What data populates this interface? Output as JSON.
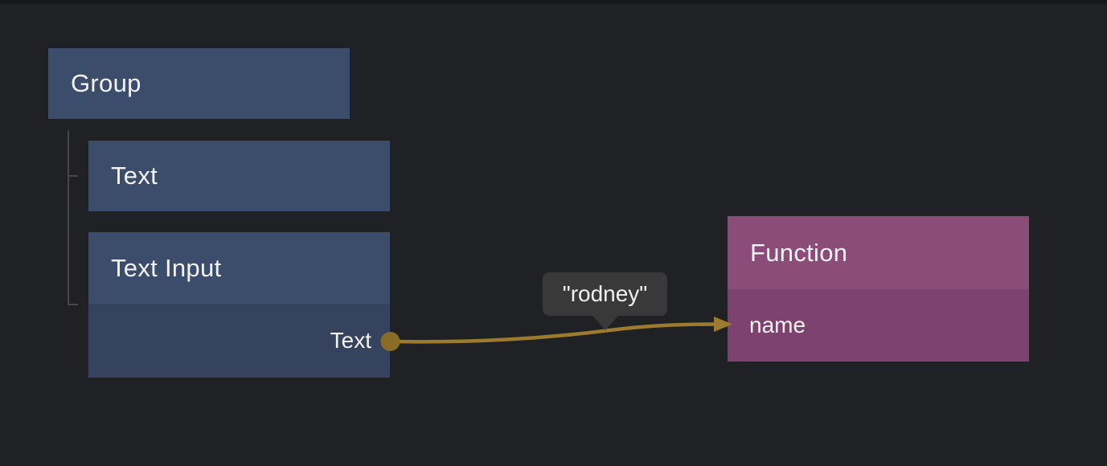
{
  "canvas": {
    "type": "node-editor",
    "background": "#202124"
  },
  "nodes": {
    "group": {
      "title": "Group"
    },
    "text": {
      "title": "Text"
    },
    "text_input": {
      "title": "Text Input",
      "output_port": {
        "label": "Text"
      }
    },
    "function": {
      "title": "Function",
      "input_port": {
        "label": "name"
      }
    }
  },
  "connection": {
    "from": "Text Input / Text output",
    "to": "Function / name input",
    "tooltip_value": "\"rodney\""
  },
  "colors": {
    "background": "#202124",
    "node_blue_header": "#3c4d6b",
    "node_blue_body": "#36435e",
    "node_purple_header": "#8c4c7a",
    "node_purple_body": "#7e4270",
    "wire": "#9c7b2d",
    "port_dot": "#8a6c25",
    "tree_line": "#474747",
    "tooltip_background": "#39393a",
    "label_text": "#f2f2f2"
  }
}
